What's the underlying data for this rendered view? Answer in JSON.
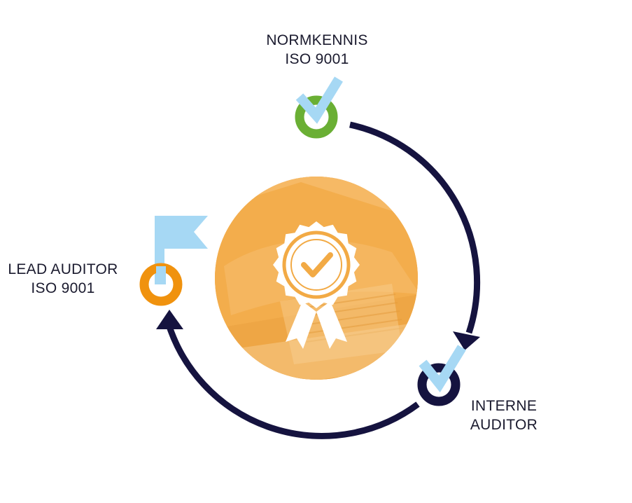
{
  "steps": {
    "top": {
      "line1": "NORMKENNIS",
      "line2": "ISO 9001"
    },
    "right": {
      "line1": "INTERNE",
      "line2": "AUDITOR"
    },
    "left": {
      "line1": "LEAD AUDITOR",
      "line2": "ISO 9001"
    }
  },
  "icons": {
    "top": "checkmark-icon",
    "right": "checkmark-icon",
    "left": "flag-icon",
    "center": "certificate-badge-icon"
  },
  "colors": {
    "arrow": "#15133f",
    "green": "#6aaf34",
    "orange": "#f0920e",
    "navy": "#15133f",
    "light_blue": "#a6d8f4",
    "center_circle": "#f2aa45"
  }
}
